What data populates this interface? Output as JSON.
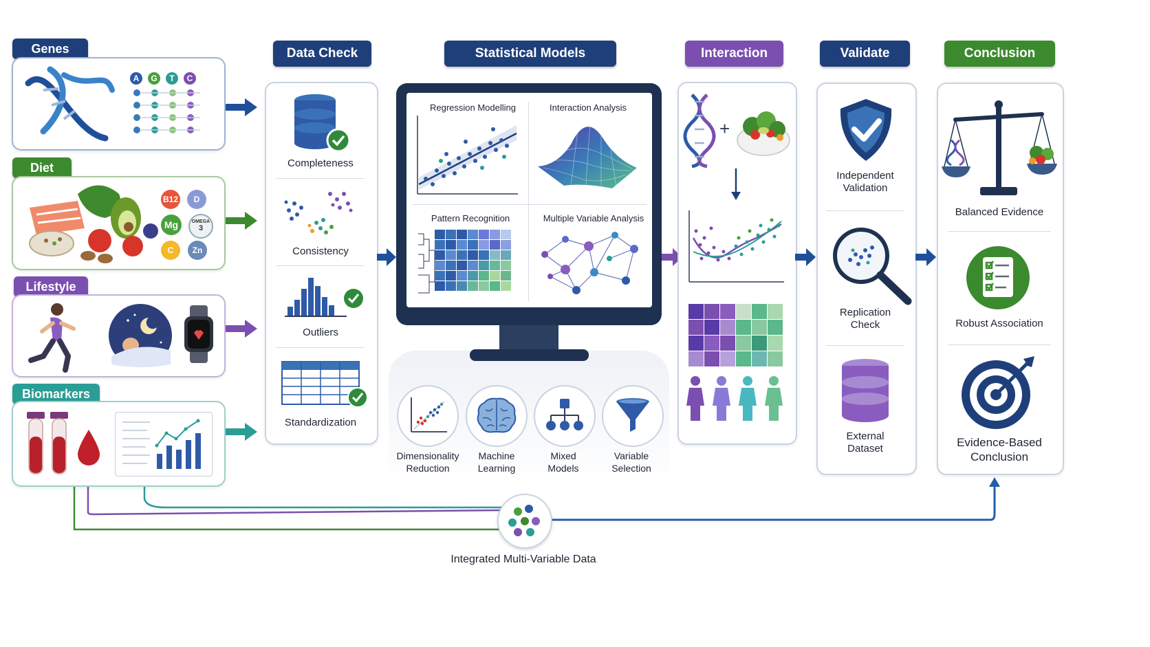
{
  "inputs": {
    "genes": {
      "title": "Genes",
      "bases": [
        "A",
        "G",
        "T",
        "C"
      ]
    },
    "diet": {
      "title": "Diet",
      "nutrients": [
        "B12",
        "D",
        "Mg",
        "OMEGA",
        "3",
        "C",
        "Zn"
      ]
    },
    "lifestyle": {
      "title": "Lifestyle"
    },
    "biomarkers": {
      "title": "Biomarkers"
    }
  },
  "data_check": {
    "title": "Data Check",
    "items": [
      "Completeness",
      "Consistency",
      "Outliers",
      "Standardization"
    ]
  },
  "statistical_models": {
    "title": "Statistical Models",
    "panels": [
      "Regression Modelling",
      "Interaction Analysis",
      "Pattern Recognition",
      "Multiple Variable Analysis"
    ],
    "methods": [
      {
        "line1": "Dimensionality",
        "line2": "Reduction"
      },
      {
        "line1": "Machine",
        "line2": "Learning"
      },
      {
        "line1": "Mixed",
        "line2": "Models"
      },
      {
        "line1": "Variable",
        "line2": "Selection"
      }
    ]
  },
  "interaction": {
    "title": "Interaction"
  },
  "validate": {
    "title": "Validate",
    "items": [
      {
        "line1": "Independent",
        "line2": "Validation"
      },
      {
        "line1": "Replication",
        "line2": "Check"
      },
      {
        "line1": "External",
        "line2": "Dataset"
      }
    ]
  },
  "conclusion": {
    "title": "Conclusion",
    "items": [
      "Balanced Evidence",
      "Robust Association"
    ],
    "final": {
      "line1": "Evidence-Based",
      "line2": "Conclusion"
    }
  },
  "integrated": {
    "label": "Integrated Multi-Variable Data"
  },
  "colors": {
    "navy": "#1e3f7a",
    "green": "#3c8a2e",
    "purple": "#7b4fb0",
    "teal": "#2a9d96",
    "blue": "#1f5fa8"
  }
}
